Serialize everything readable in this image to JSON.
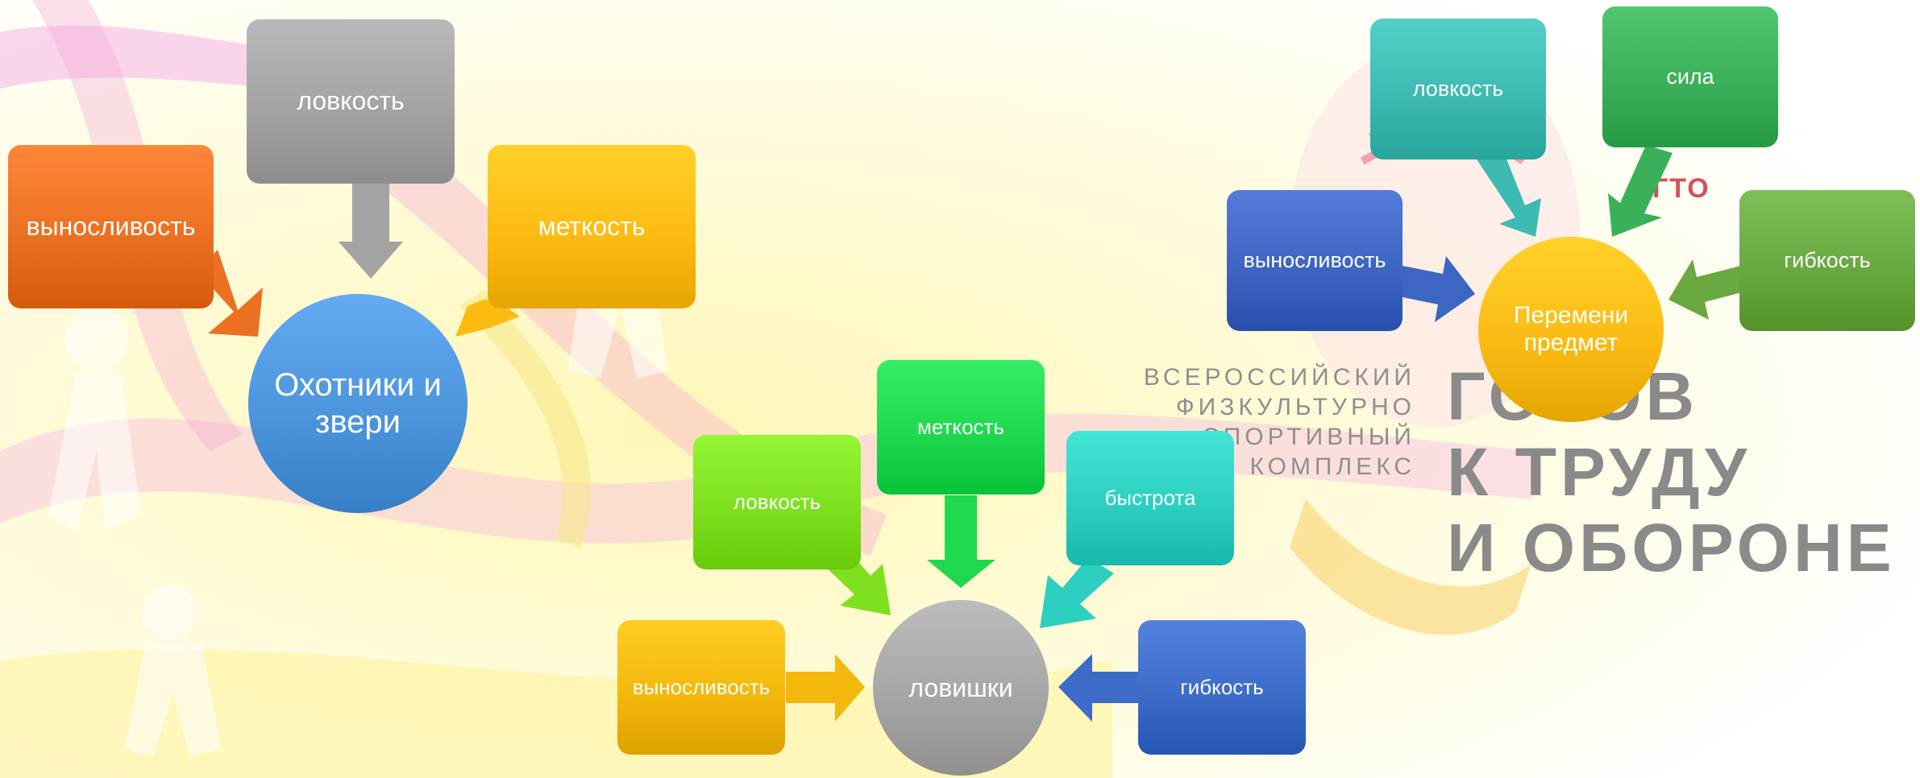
{
  "background": {
    "emblem_label": "ГТО",
    "slogan_small": "ВСЕРОССИЙСКИЙ\nФИЗКУЛЬТУРНО\nСПОРТИВНЫЙ\nКОМПЛЕКС",
    "slogan_big": "ГОТОВ\nК ТРУДУ\nИ ОБОРОНЕ"
  },
  "clusters": [
    {
      "hub": {
        "label": "Охотники и звери",
        "color": "#4c95dc"
      },
      "items": [
        {
          "label": "выносливость",
          "color": "#eb7022"
        },
        {
          "label": "ловкость",
          "color": "#a3a3a3"
        },
        {
          "label": "меткость",
          "color": "#fdbb12"
        }
      ]
    },
    {
      "hub": {
        "label": "ловишки",
        "color": "#a6a6a6"
      },
      "items": [
        {
          "label": "ловкость",
          "color": "#7ee01f"
        },
        {
          "label": "меткость",
          "color": "#1ed84e"
        },
        {
          "label": "быстрота",
          "color": "#2ccfc0"
        },
        {
          "label": "выносливость",
          "color": "#f4b80c"
        },
        {
          "label": "гибкость",
          "color": "#3c6cc8"
        }
      ]
    },
    {
      "hub": {
        "label": "Перемени предмет",
        "color": "#fbbc14"
      },
      "items": [
        {
          "label": "ловкость",
          "color": "#3dbab2"
        },
        {
          "label": "сила",
          "color": "#3bb05a"
        },
        {
          "label": "выносливость",
          "color": "#3c66c2"
        },
        {
          "label": "гибкость",
          "color": "#6aa842"
        }
      ]
    }
  ]
}
